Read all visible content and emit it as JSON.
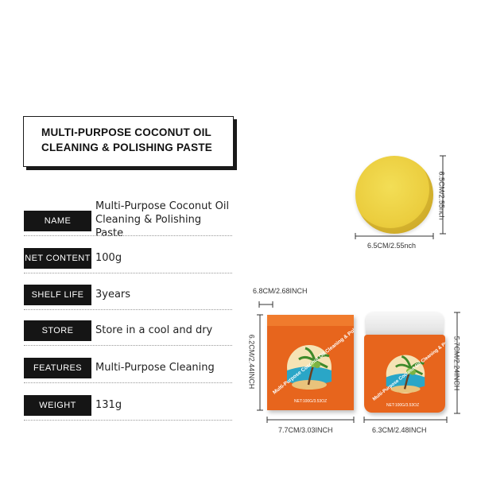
{
  "title": {
    "line1": "MULTI-PURPOSE COCONUT OIL",
    "line2": "CLEANING & POLISHING PASTE"
  },
  "specs": [
    {
      "label": "NAME",
      "value_line1": "Multi-Purpose Coconut Oil",
      "value_line2": "Cleaning & Polishing Paste"
    },
    {
      "label": "NET  CONTENT",
      "value": "100g"
    },
    {
      "label": "SHELF LIFE",
      "value": "3years"
    },
    {
      "label": "STORE",
      "value": "Store in a cool and dry"
    },
    {
      "label": "FEATURES",
      "value": "Multi-Purpose Cleaning"
    },
    {
      "label": "WEIGHT",
      "value": "131g"
    }
  ],
  "dimensions": {
    "disk_height": "6.5CM/2.55nch",
    "disk_width": "6.5CM/2.55nch",
    "box_depth": "6.8CM/2.68INCH",
    "box_height": "6.2CM/2.44INCH",
    "box_width": "7.7CM/3.03INCH",
    "jar_width": "6.3CM/2.48INCH",
    "jar_height": "5.7CM/2.24INCH"
  },
  "packaging": {
    "brand_text": "Multi-Purpose Coconut Oil Cleaning & Polishing Paste",
    "net_text": "NET:100G/3.53OZ"
  },
  "colors": {
    "label_bg": "#151515",
    "package_orange": "#e7651d",
    "disk_yellow": "#ebcd3e"
  }
}
